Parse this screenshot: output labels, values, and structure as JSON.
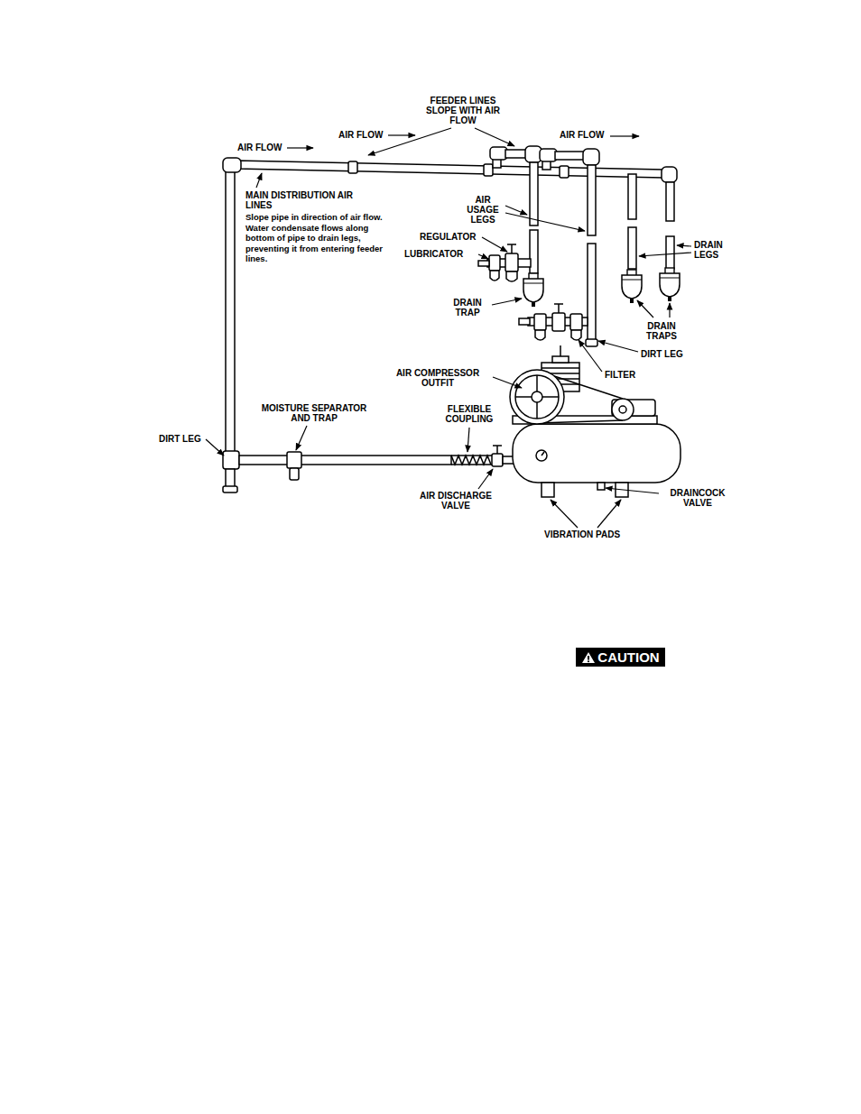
{
  "diagram": {
    "nodes": [
      {
        "text": [
          "CAUTION"
        ]
      }
    ],
    "labels": [
      "AIR FLOW",
      "AIR FLOW",
      "FEEDER LINES SLOPE WITH AIR FLOW",
      "AIR FLOW",
      "MAIN DISTRIBUTION AIR LINES",
      "Slope pipe in direction of air flow. Water condensate flows along bottom of pipe to drain legs, preventing it from entering feeder lines.",
      "AIR USAGE LEGS",
      "REGULATOR",
      "LUBRICATOR",
      "DRAIN LEGS",
      "DRAIN TRAP",
      "DRAIN TRAPS",
      "DIRT LEG",
      "FILTER",
      "AIR COMPRESSOR OUTFIT",
      "MOISTURE SEPARATOR AND TRAP",
      "FLEXIBLE COUPLING",
      "DIRT LEG",
      "AIR DISCHARGE VALVE",
      "DRAINCOCK VALVE",
      "VIBRATION PADS"
    ]
  }
}
